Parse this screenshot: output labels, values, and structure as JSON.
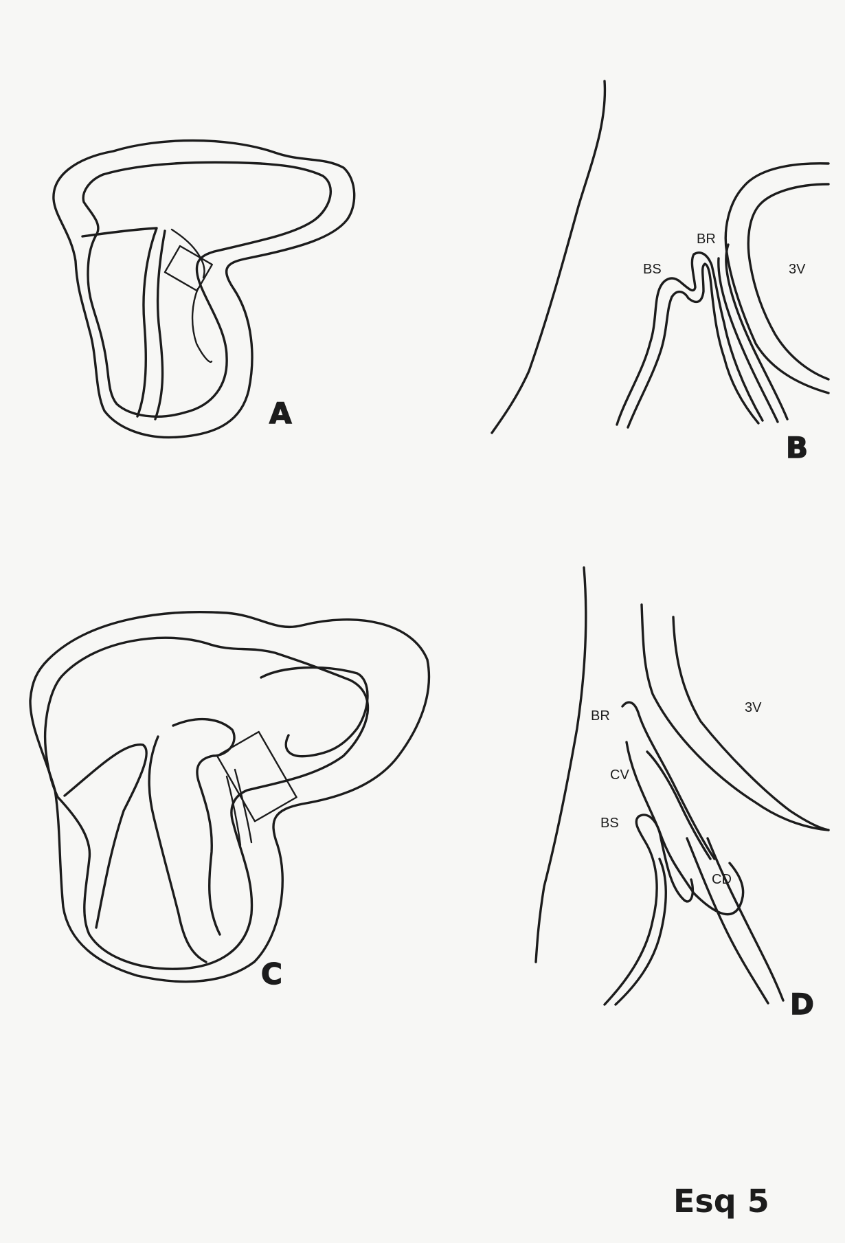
{
  "figure": {
    "caption": "Esq 5",
    "panels": {
      "A": {
        "letter": "A"
      },
      "B": {
        "letter": "B",
        "labels": {
          "br": "BR",
          "bs": "BS",
          "v3": "3V"
        }
      },
      "C": {
        "letter": "C"
      },
      "D": {
        "letter": "D",
        "labels": {
          "br": "BR",
          "cv": "CV",
          "bs": "BS",
          "cd": "CD",
          "v3": "3V"
        }
      }
    },
    "colors": {
      "ink": "#1c1c1c",
      "paper": "#f7f7f5"
    }
  }
}
